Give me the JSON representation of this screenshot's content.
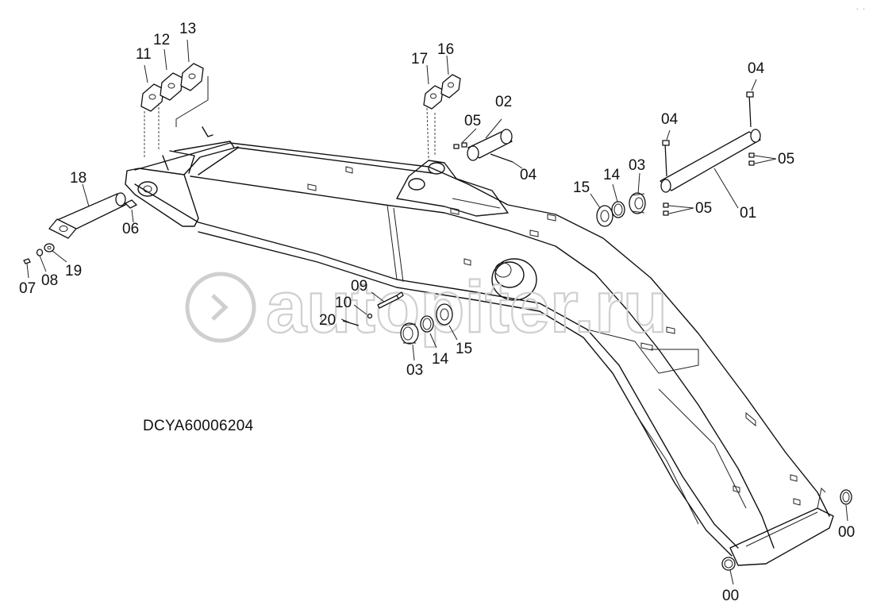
{
  "drawing_code": "DCYA60006204",
  "watermark": "autopiter.ru",
  "callouts": {
    "c00a": "00",
    "c00b": "00",
    "c01": "01",
    "c02": "02",
    "c03a": "03",
    "c03b": "03",
    "c04a": "04",
    "c04b": "04",
    "c04c": "04",
    "c05a": "05",
    "c05b": "05",
    "c05c": "05",
    "c06": "06",
    "c07": "07",
    "c08": "08",
    "c09": "09",
    "c10": "10",
    "c11": "11",
    "c12": "12",
    "c13": "13",
    "c14a": "14",
    "c14b": "14",
    "c15a": "15",
    "c15b": "15",
    "c16": "16",
    "c17": "17",
    "c18": "18",
    "c19": "19",
    "c20": "20"
  }
}
